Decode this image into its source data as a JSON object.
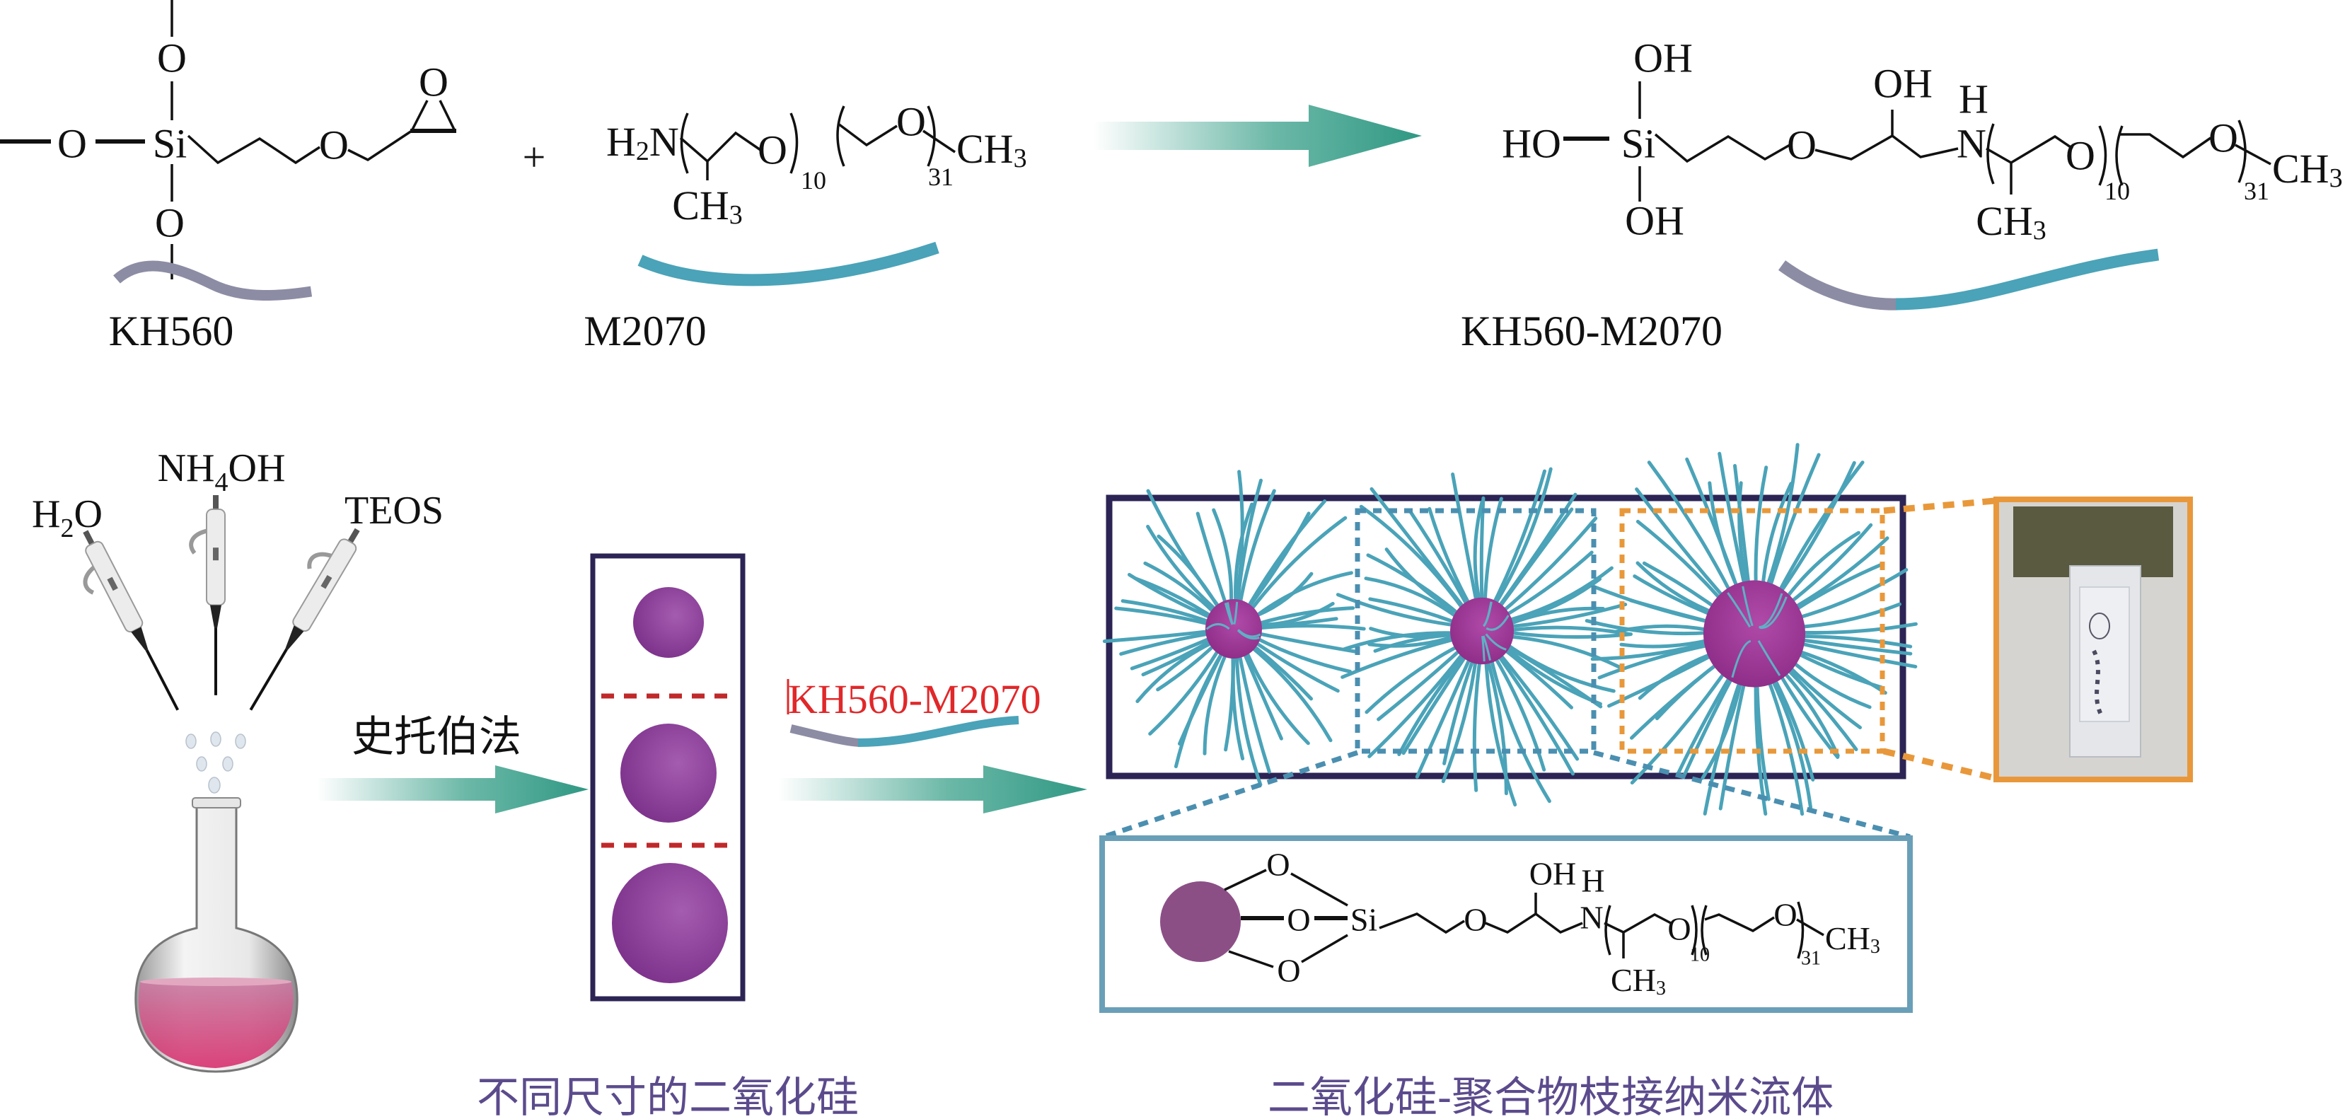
{
  "reaction": {
    "kh560": {
      "label": "KH560",
      "o_top": "O",
      "o_left": "O",
      "si": "Si",
      "o_chain": "O",
      "o_epoxide": "O",
      "o_bottom": "O"
    },
    "plus": "+",
    "m2070": {
      "label": "M2070",
      "h": "H",
      "h_sub": "2",
      "n": "N",
      "o1": "O",
      "repeat1": "10",
      "o2": "O",
      "repeat2": "31",
      "ch3_end": "CH",
      "ch3_end_sub": "3",
      "ch3_branch": "CH",
      "ch3_branch_sub": "3"
    },
    "product": {
      "label": "KH560-M2070",
      "oh_top": "OH",
      "ho_left": "HO",
      "si": "Si",
      "oh_bottom": "OH",
      "o_chain": "O",
      "oh_side": "OH",
      "h_amine": "H",
      "n": "N",
      "o1": "O",
      "repeat1": "10",
      "o2": "O",
      "repeat2": "31",
      "ch3_end": "CH",
      "ch3_end_sub": "3",
      "ch3_branch": "CH",
      "ch3_branch_sub": "3"
    }
  },
  "synthesis": {
    "reagents": [
      {
        "main": "H",
        "sub": "2",
        "tail": "O"
      },
      {
        "main": "NH",
        "sub": "4",
        "tail": "OH"
      },
      {
        "main": "TEOS",
        "sub": "",
        "tail": ""
      }
    ],
    "method_label": "史托伯法",
    "grafting_agent_label": "KH560-M2070",
    "silica_caption": "不同尺寸的二氧化硅",
    "nanofluid_caption": "二氧化硅-聚合物枝接纳米流体"
  },
  "grafted_structure": {
    "o_top": "O",
    "o_mid": "O",
    "o_bottom": "O",
    "si": "Si",
    "o_chain": "O",
    "oh": "OH",
    "h_amine": "H",
    "n": "N",
    "o1": "O",
    "repeat1": "10",
    "o2": "O",
    "repeat2": "31",
    "ch3_end": "CH",
    "ch3_end_sub": "3",
    "ch3_branch": "CH",
    "ch3_branch_sub": "3"
  },
  "colors": {
    "arrow": "#3aa08a",
    "silica": "#8a3f96",
    "polymer": "#4aa3b8",
    "silane": "#8c8ca4",
    "frame": "#2c2454",
    "blue_dash": "#4b8fb0",
    "orange": "#e8983a",
    "red_label": "#e0282a",
    "caption": "#5b4b8c"
  }
}
